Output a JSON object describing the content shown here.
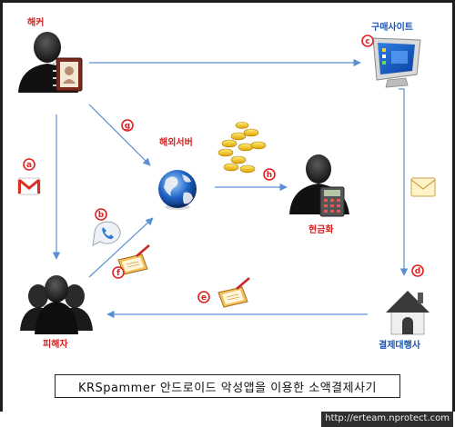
{
  "nodes": {
    "hacker": "해커",
    "purchase_site": "구매사이트",
    "overseas_server": "해외서버",
    "cash_conversion": "현금화",
    "victim": "피해자",
    "payment_agency": "결제대행사"
  },
  "steps": {
    "a": "a",
    "b": "b",
    "c": "c",
    "d": "d",
    "e": "e",
    "f": "f",
    "g": "g",
    "h": "h"
  },
  "caption": "KRSpammer 안드로이드 악성앱을 이용한 소액결제사기",
  "footer_url": "http://erteam.nprotect.com",
  "colors": {
    "arrow": "#5b8fd3",
    "label_red": "#d21e1e",
    "label_blue": "#1a56b8",
    "tag": "#e02020"
  },
  "icons": {
    "hacker": "person-with-addressbook-icon",
    "purchase_site": "computer-monitor-icon",
    "overseas_server": "globe-icon",
    "cash_conversion": "person-with-calculator-icon",
    "victim": "people-group-icon",
    "payment_agency": "house-icon",
    "gmail": "gmail-envelope-icon",
    "phone": "phone-bubble-icon",
    "sms_f": "clipboard-pencil-icon",
    "sms_e": "clipboard-pencil-icon",
    "mail_d": "mail-envelope-icon",
    "money": "gold-coins-icon"
  }
}
